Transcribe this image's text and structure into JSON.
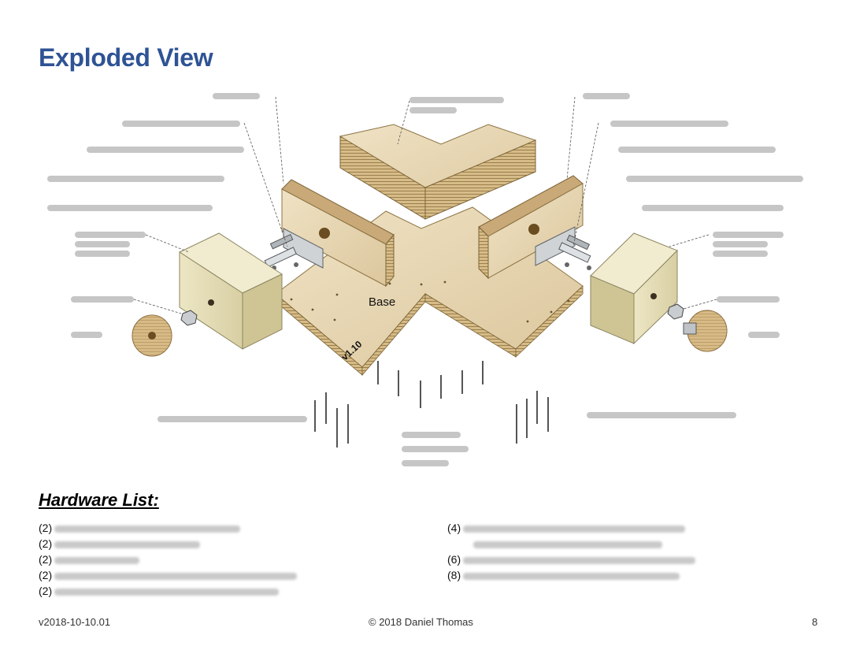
{
  "page": {
    "title": "Exploded View",
    "diagram_labels": {
      "base": "Base",
      "version": "v1.10"
    },
    "hardware_heading": "Hardware List:",
    "hardware_left": [
      {
        "qty": "(2)"
      },
      {
        "qty": "(2)"
      },
      {
        "qty": "(2)"
      },
      {
        "qty": "(2)"
      },
      {
        "qty": "(2)"
      }
    ],
    "hardware_right": [
      {
        "qty": "(4)"
      },
      {
        "qty": ""
      },
      {
        "qty": "(6)"
      },
      {
        "qty": "(8)"
      }
    ],
    "footer": {
      "version": "v2018-10-10.01",
      "copyright": "© 2018 Daniel Thomas",
      "page_number": "8"
    }
  }
}
